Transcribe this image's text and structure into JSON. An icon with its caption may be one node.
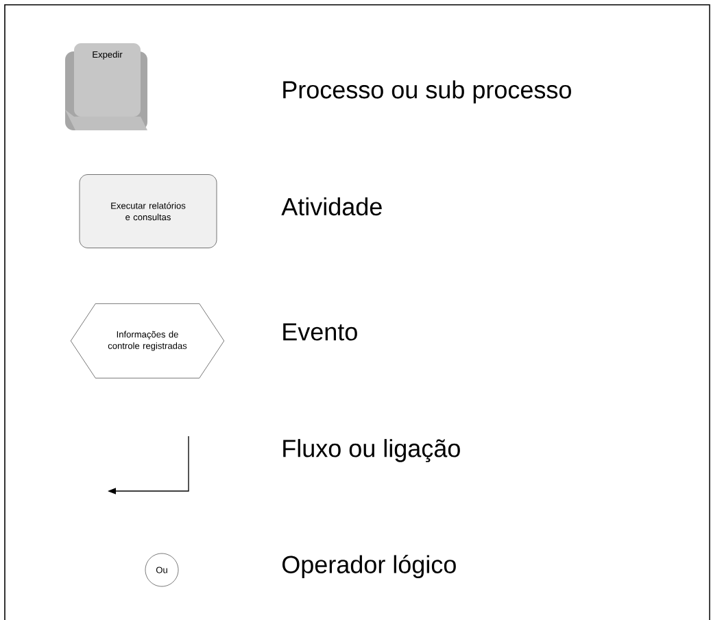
{
  "diagram": {
    "nodes": [
      {
        "text": [
          "Expedir"
        ]
      },
      {
        "text": [
          "Executar relatórios e consultas"
        ]
      },
      {
        "text": [
          "Informações de controle registradas"
        ]
      },
      {
        "text": [
          "Ou"
        ]
      }
    ],
    "legend": [
      {
        "text": "Processo ou sub processo"
      },
      {
        "text": "Atividade"
      },
      {
        "text": "Evento"
      },
      {
        "text": "Fluxo ou ligação"
      },
      {
        "text": "Operador lógico"
      }
    ]
  }
}
